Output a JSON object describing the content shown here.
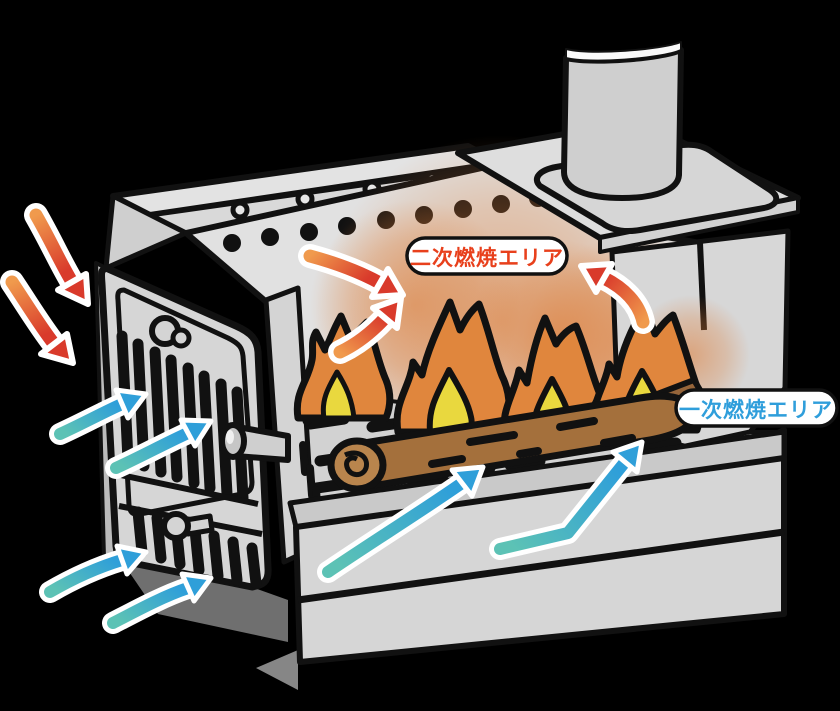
{
  "diagram": {
    "labels": {
      "secondary_combustion": "二次燃焼エリア",
      "primary_combustion": "一次燃焼エリア"
    },
    "colors": {
      "background": "#000000",
      "body_gray": "#dcdcdc",
      "outline": "#111111",
      "flame_outer": "#e0863d",
      "flame_core": "#e9d83e",
      "glow": "#dd7b35",
      "log_brown": "#a4703c",
      "log_end_grain": "#b9854d",
      "hot_air_tail": "#f09a4d",
      "hot_air_head": "#d93a2b",
      "fresh_air_tail": "#5cc2b5",
      "fresh_air_head": "#2f9fd9",
      "secondary_label_text": "#e8401c",
      "primary_label_text": "#2f9edb",
      "label_background": "#ffffff"
    },
    "icons": {
      "hot_air_arrows": [
        "hot-air-arrow-top-left-upper",
        "hot-air-arrow-top-left-lower",
        "hot-air-arrow-into-firebox",
        "hot-air-arrow-secondary-swirl",
        "hot-air-arrow-to-chimney"
      ],
      "fresh_air_arrows": [
        "fresh-air-arrow-door-upper",
        "fresh-air-arrow-door-lower",
        "fresh-air-arrow-under-stove-upper",
        "fresh-air-arrow-under-stove-lower",
        "fresh-air-arrow-grate-left",
        "fresh-air-arrow-grate-right"
      ]
    }
  }
}
